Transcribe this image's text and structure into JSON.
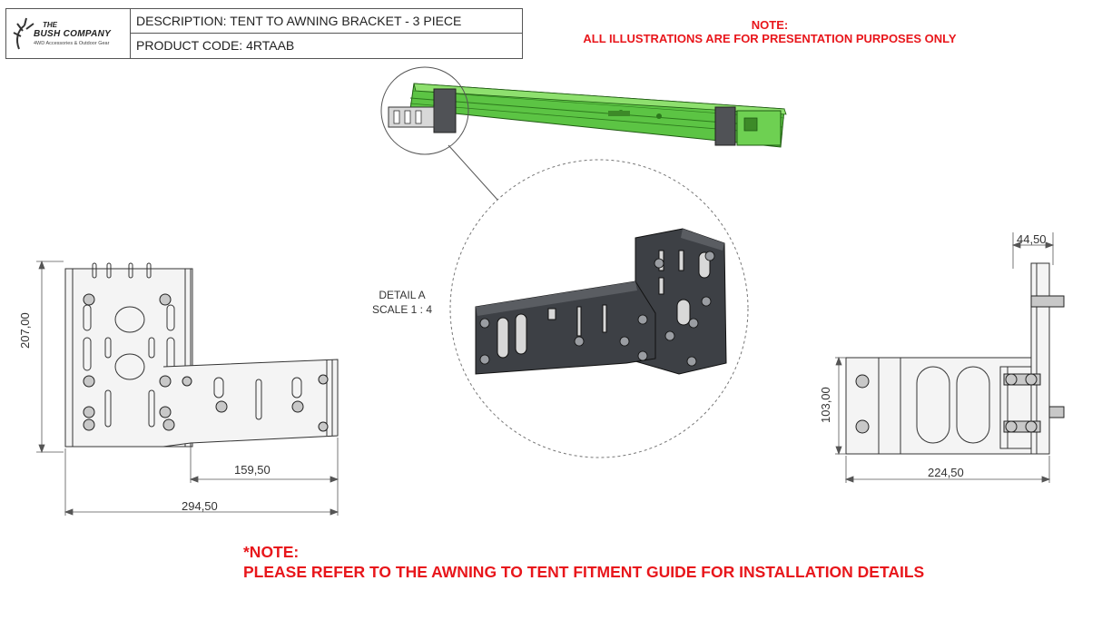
{
  "title_block": {
    "logo": {
      "line1": "THE",
      "line2": "BUSH COMPANY",
      "line3": "4WD Accessories & Outdoor Gear"
    },
    "description": "DESCRIPTION: TENT TO AWNING BRACKET - 3 PIECE",
    "product_code": "PRODUCT CODE: 4RTAAB"
  },
  "note_top": {
    "line1": "NOTE:",
    "line2": "ALL ILLUSTRATIONS ARE FOR PRESENTATION PURPOSES ONLY"
  },
  "detail": {
    "line1": "DETAIL A",
    "line2": "SCALE 1 : 4"
  },
  "dimensions": {
    "front_height": "207,00",
    "front_arm_width": "159,50",
    "front_total_width": "294,50",
    "side_offset": "44,50",
    "side_height": "103,00",
    "side_width": "224,50"
  },
  "note_bottom": {
    "line1": "*NOTE:",
    "line2": "PLEASE REFER TO THE AWNING TO TENT FITMENT GUIDE FOR INSTALLATION DETAILS"
  },
  "colors": {
    "note_red": "#e8161b",
    "rail_green": "#4fb83a",
    "bracket_dark": "#3d4045"
  }
}
